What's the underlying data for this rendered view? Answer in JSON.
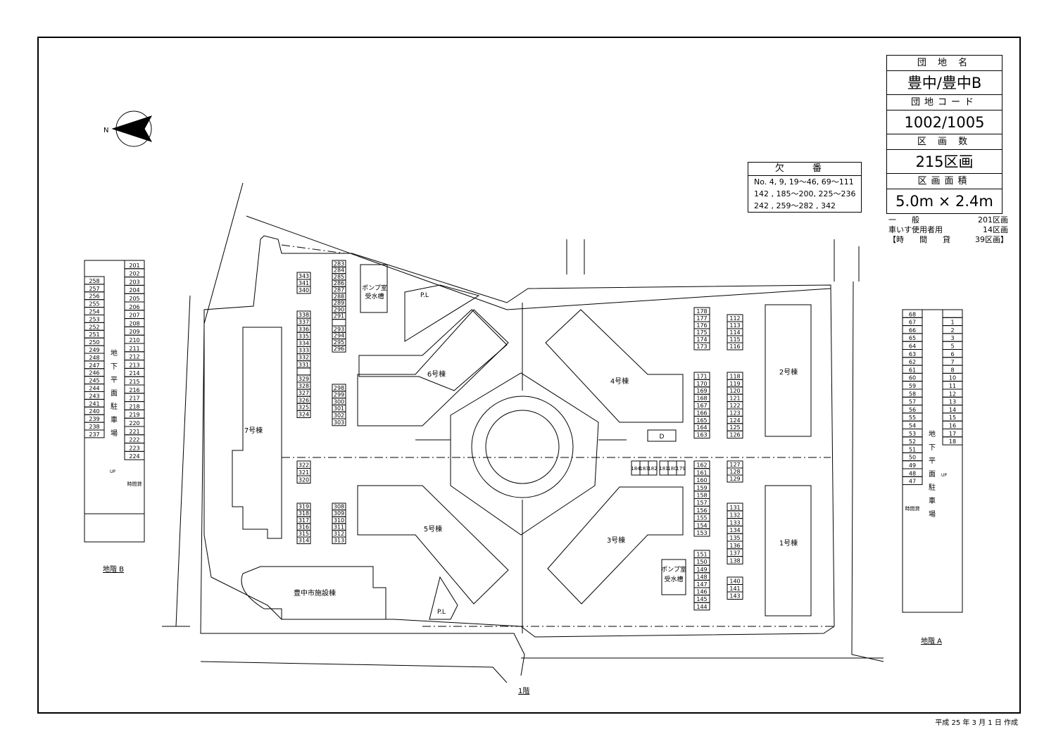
{
  "info_box": {
    "name_label": "団 地 名",
    "name_value": "豊中/豊中B",
    "code_label": "団地コード",
    "code_value": "1002/1005",
    "count_label": "区 画 数",
    "count_value": "215区画",
    "area_label": "区画面積",
    "area_value": "5.0m × 2.4m"
  },
  "kinds": [
    {
      "label": "一　　般",
      "value": "201区画"
    },
    {
      "label": "車いす使用者用",
      "value": "14区画"
    },
    {
      "label": "【時　　間　　貸",
      "value": "39区画】"
    }
  ],
  "missing": {
    "title": "欠 番",
    "lines": [
      "No. 4, 9, 19〜46, 69〜111",
      "142 , 185〜200, 225〜236",
      "242 , 259〜282 , 342"
    ]
  },
  "compass": {
    "letter": "N"
  },
  "buildings": {
    "b1": "1号棟",
    "b2": "2号棟",
    "b3": "3号棟",
    "b4": "4号棟",
    "b5": "5号棟",
    "b6": "6号棟",
    "b7": "7号棟",
    "city": "豊中市施設棟",
    "pump1a": "ポンプ室",
    "pump1b": "受水槽",
    "pump2a": "ポンプ室",
    "pump2b": "受水槽",
    "pl1": "P.L",
    "pl2": "P.L",
    "d": "D"
  },
  "basement_b": {
    "label": "地階 B",
    "title_chars": [
      "地",
      "下",
      "平",
      "面",
      "駐",
      "車",
      "場"
    ],
    "left_nums": [
      "258",
      "257",
      "256",
      "255",
      "254",
      "253",
      "252",
      "251",
      "250",
      "249",
      "248",
      "247",
      "246",
      "245",
      "244",
      "243",
      "241",
      "240",
      "239",
      "238",
      "237"
    ],
    "right_nums": [
      "201",
      "202",
      "203",
      "204",
      "205",
      "206",
      "207",
      "208",
      "209",
      "210",
      "211",
      "212",
      "213",
      "214",
      "215",
      "216",
      "217",
      "218",
      "219",
      "220",
      "221",
      "222",
      "223",
      "224"
    ],
    "time_label": "時間貸",
    "up": "UP"
  },
  "basement_a": {
    "label": "地階 A",
    "title_chars": [
      "地",
      "下",
      "平",
      "面",
      "駐",
      "車",
      "場"
    ],
    "left_nums": [
      "68",
      "67",
      "66",
      "65",
      "64",
      "63",
      "62",
      "61",
      "60",
      "59",
      "58",
      "57",
      "56",
      "55",
      "54",
      "53",
      "52",
      "51",
      "50",
      "49",
      "48",
      "47"
    ],
    "right_nums": [
      "",
      "1",
      "2",
      "3",
      "5",
      "6",
      "7",
      "8",
      "10",
      "11",
      "12",
      "13",
      "14",
      "15",
      "16",
      "17",
      "18"
    ],
    "time_label": "時間貸",
    "up": "UP"
  },
  "floor_label": "1階",
  "created": "平成 25 年 3 月 1 日 作成",
  "lots": {
    "col_283": [
      "283",
      "284",
      "285",
      "286",
      "287",
      "288",
      "289",
      "290",
      "291",
      "",
      "293",
      "294",
      "295",
      "296"
    ],
    "col_343": [
      "343",
      "341",
      "340"
    ],
    "col_338": [
      "338",
      "337",
      "336",
      "335",
      "334",
      "333",
      "332",
      "331",
      "",
      "329",
      "328",
      "327",
      "326",
      "325",
      "324"
    ],
    "col_298": [
      "298",
      "299",
      "300",
      "301",
      "302",
      "303"
    ],
    "col_322": [
      "322",
      "321",
      "320"
    ],
    "col_319": [
      "319",
      "318",
      "317",
      "316",
      "315",
      "314"
    ],
    "col_308": [
      "308",
      "309",
      "310",
      "311",
      "312",
      "313"
    ],
    "col_178": [
      "178",
      "177",
      "176",
      "175",
      "174",
      "173"
    ],
    "col_112": [
      "112",
      "113",
      "114",
      "115",
      "116"
    ],
    "col_171": [
      "171",
      "170",
      "169",
      "168",
      "167",
      "166",
      "165",
      "164",
      "163"
    ],
    "col_118": [
      "118",
      "119",
      "120",
      "121",
      "122",
      "123",
      "124",
      "125",
      "126"
    ],
    "col_162": [
      "162",
      "161",
      "160",
      "159",
      "158",
      "157",
      "156",
      "155",
      "154",
      "153"
    ],
    "col_127": [
      "127",
      "128",
      "129"
    ],
    "col_131": [
      "131",
      "132",
      "133",
      "134",
      "135",
      "136",
      "137",
      "138"
    ],
    "col_151": [
      "151",
      "150",
      "149",
      "148",
      "147",
      "146",
      "145",
      "144"
    ],
    "col_140": [
      "140",
      "141",
      "143"
    ],
    "row_184": [
      "184",
      "183",
      "182"
    ],
    "row_181": [
      "181",
      "180",
      "179"
    ]
  }
}
